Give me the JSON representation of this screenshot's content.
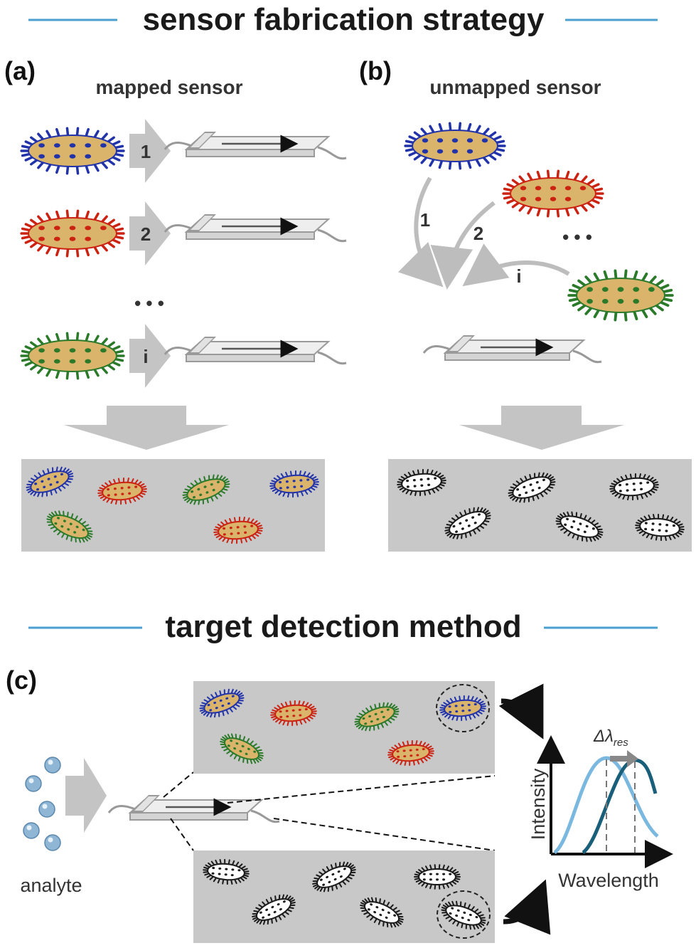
{
  "titles": {
    "fabrication": "sensor fabrication strategy",
    "detection": "target detection method"
  },
  "panels": {
    "a": {
      "label": "(a)",
      "subtitle": "mapped sensor",
      "steps": [
        "1",
        "2",
        "i"
      ]
    },
    "b": {
      "label": "(b)",
      "subtitle": "unmapped sensor",
      "steps": [
        "1",
        "2",
        "i"
      ]
    },
    "c": {
      "label": "(c)",
      "analyte": "analyte"
    }
  },
  "ellipsis": "• • •",
  "spectrum": {
    "ylabel": "Intensity",
    "xlabel": "Wavelength",
    "shift_symbol": "Δλ",
    "shift_subscript": "res"
  },
  "colors": {
    "blue_probe": "#2233aa",
    "red_probe": "#cc2211",
    "green_probe": "#2a7a2a",
    "black_probe": "#1a1a1a",
    "core": "#d9b46a",
    "panel_gray": "#c8c8c8",
    "arrow_gray": "#bdbdbd",
    "title_rule": "#4a9fd0",
    "curve_light": "#7ab8e0",
    "curve_dark": "#1a5f7a"
  }
}
